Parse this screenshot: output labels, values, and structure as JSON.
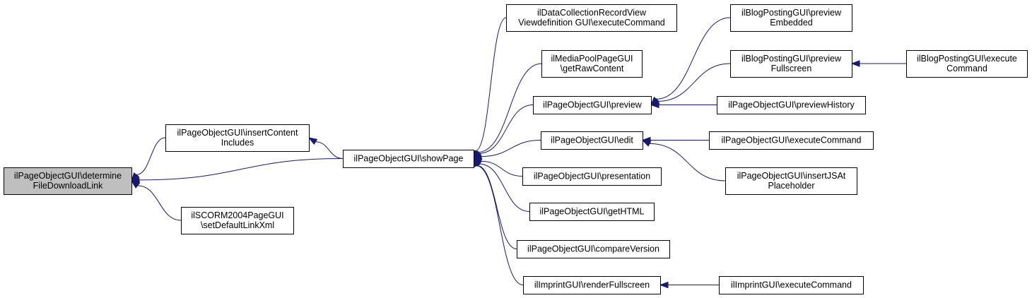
{
  "graph": {
    "edge_color": "#191970",
    "root_fill": "#bfbfbf",
    "node_fill": "#ffffff",
    "nodes": [
      {
        "id": "determine",
        "lines": [
          "ilPageObjectGUI\\determine",
          "FileDownloadLink"
        ],
        "root": true
      },
      {
        "id": "insertContent",
        "lines": [
          "ilPageObjectGUI\\insertContent",
          "Includes"
        ]
      },
      {
        "id": "scorm",
        "lines": [
          "ilSCORM2004PageGUI",
          "\\setDefaultLinkXml"
        ]
      },
      {
        "id": "showPage",
        "lines": [
          "ilPageObjectGUI\\showPage"
        ]
      },
      {
        "id": "dataCollection",
        "lines": [
          "ilDataCollectionRecordView",
          "Viewdefinition GUI\\executeCommand"
        ]
      },
      {
        "id": "mediaPool",
        "lines": [
          "ilMediaPoolPageGUI",
          "\\getRawContent"
        ]
      },
      {
        "id": "preview",
        "lines": [
          "ilPageObjectGUI\\preview"
        ]
      },
      {
        "id": "edit",
        "lines": [
          "ilPageObjectGUI\\edit"
        ]
      },
      {
        "id": "presentation",
        "lines": [
          "ilPageObjectGUI\\presentation"
        ]
      },
      {
        "id": "getHTML",
        "lines": [
          "ilPageObjectGUI\\getHTML"
        ]
      },
      {
        "id": "compareVersion",
        "lines": [
          "ilPageObjectGUI\\compareVersion"
        ]
      },
      {
        "id": "imprintRender",
        "lines": [
          "ilImprintGUI\\renderFullscreen"
        ]
      },
      {
        "id": "blogEmbedded",
        "lines": [
          "ilBlogPostingGUI\\preview",
          "Embedded"
        ]
      },
      {
        "id": "blogFullscreen",
        "lines": [
          "ilBlogPostingGUI\\preview",
          "Fullscreen"
        ]
      },
      {
        "id": "previewHistory",
        "lines": [
          "ilPageObjectGUI\\previewHistory"
        ]
      },
      {
        "id": "executeCommand",
        "lines": [
          "ilPageObjectGUI\\executeCommand"
        ]
      },
      {
        "id": "insertJS",
        "lines": [
          "ilPageObjectGUI\\insertJSAt",
          "Placeholder"
        ]
      },
      {
        "id": "imprintExecute",
        "lines": [
          "ilImprintGUI\\executeCommand"
        ]
      },
      {
        "id": "blogExecute",
        "lines": [
          "ilBlogPostingGUI\\execute",
          "Command"
        ]
      }
    ],
    "edges": [
      {
        "from": "insertContent",
        "to": "determine"
      },
      {
        "from": "showPage",
        "to": "determine"
      },
      {
        "from": "scorm",
        "to": "determine"
      },
      {
        "from": "showPage",
        "to": "insertContent"
      },
      {
        "from": "dataCollection",
        "to": "showPage"
      },
      {
        "from": "mediaPool",
        "to": "showPage"
      },
      {
        "from": "preview",
        "to": "showPage"
      },
      {
        "from": "edit",
        "to": "showPage"
      },
      {
        "from": "presentation",
        "to": "showPage"
      },
      {
        "from": "getHTML",
        "to": "showPage"
      },
      {
        "from": "compareVersion",
        "to": "showPage"
      },
      {
        "from": "imprintRender",
        "to": "showPage"
      },
      {
        "from": "blogEmbedded",
        "to": "preview"
      },
      {
        "from": "blogFullscreen",
        "to": "preview"
      },
      {
        "from": "previewHistory",
        "to": "preview"
      },
      {
        "from": "executeCommand",
        "to": "edit"
      },
      {
        "from": "insertJS",
        "to": "edit"
      },
      {
        "from": "imprintExecute",
        "to": "imprintRender"
      },
      {
        "from": "blogExecute",
        "to": "blogFullscreen"
      }
    ]
  }
}
